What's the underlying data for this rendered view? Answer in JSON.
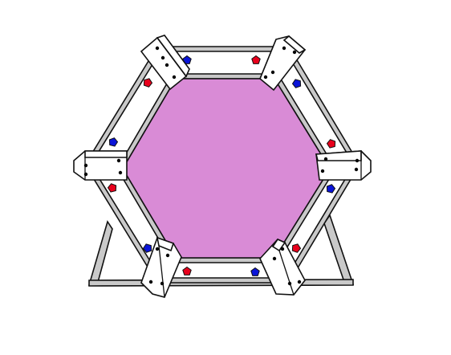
{
  "diagram": {
    "panel_color": "#d98bd6",
    "frame_fill": "#c9c9c9",
    "frame_stroke": "#111111",
    "bracket_fill": "#ffffff",
    "bolt_color": "#000000",
    "marker_colors": {
      "red": "#e8001c",
      "blue": "#0a14d8"
    },
    "marker_shape": "pentagon",
    "structure": {
      "hexagon_frame": true,
      "stand_triangle": true,
      "bracket_count": 6,
      "marker_count": 12
    }
  }
}
